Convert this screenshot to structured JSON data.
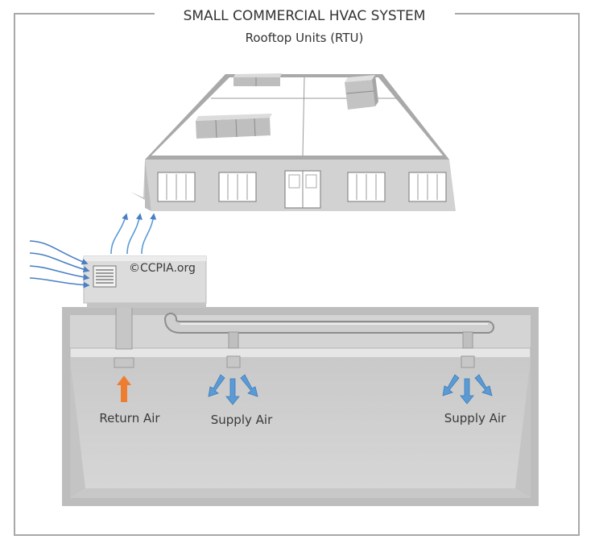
{
  "title": "SMALL COMMERCIAL HVAC SYSTEM",
  "subtitle": "Rooftop Units (RTU)",
  "watermark": "©CCPIA.org",
  "labels": {
    "return_air": "Return Air",
    "supply_air_1": "Supply Air",
    "supply_air_2": "Supply Air"
  },
  "colors": {
    "frame": "#a8a8a8",
    "air_intake": "#4a7fc4",
    "supply_arrow": "#5b9bd5",
    "return_arrow": "#ed7d31",
    "building": "#d4d4d4",
    "space": "#cfcfcf"
  }
}
